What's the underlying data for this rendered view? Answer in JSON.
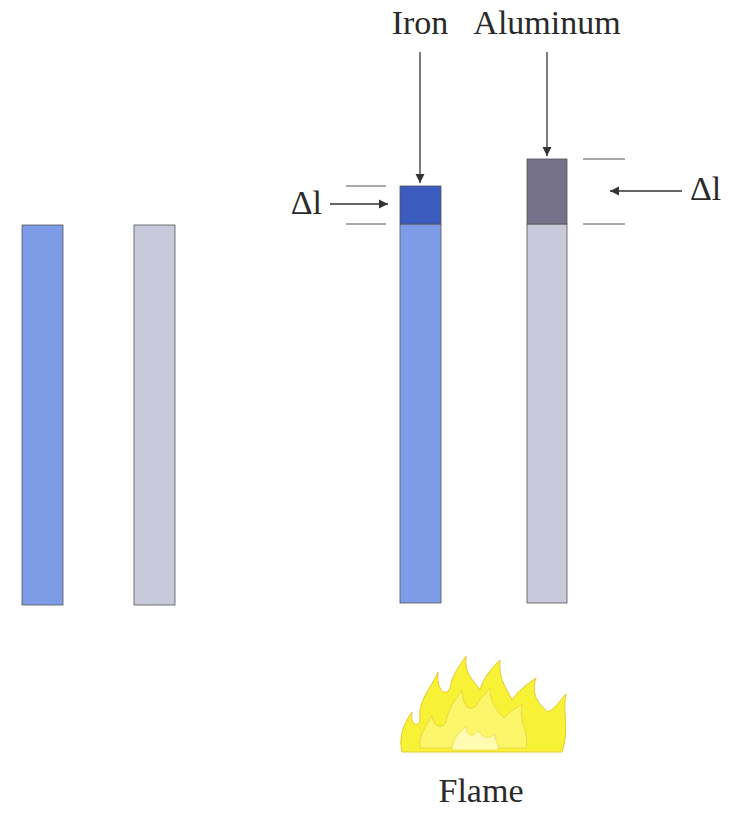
{
  "diagram": {
    "labels": [
      "Iron",
      "Aluminum",
      "Δl",
      "Δl",
      "Flame"
    ]
  }
}
